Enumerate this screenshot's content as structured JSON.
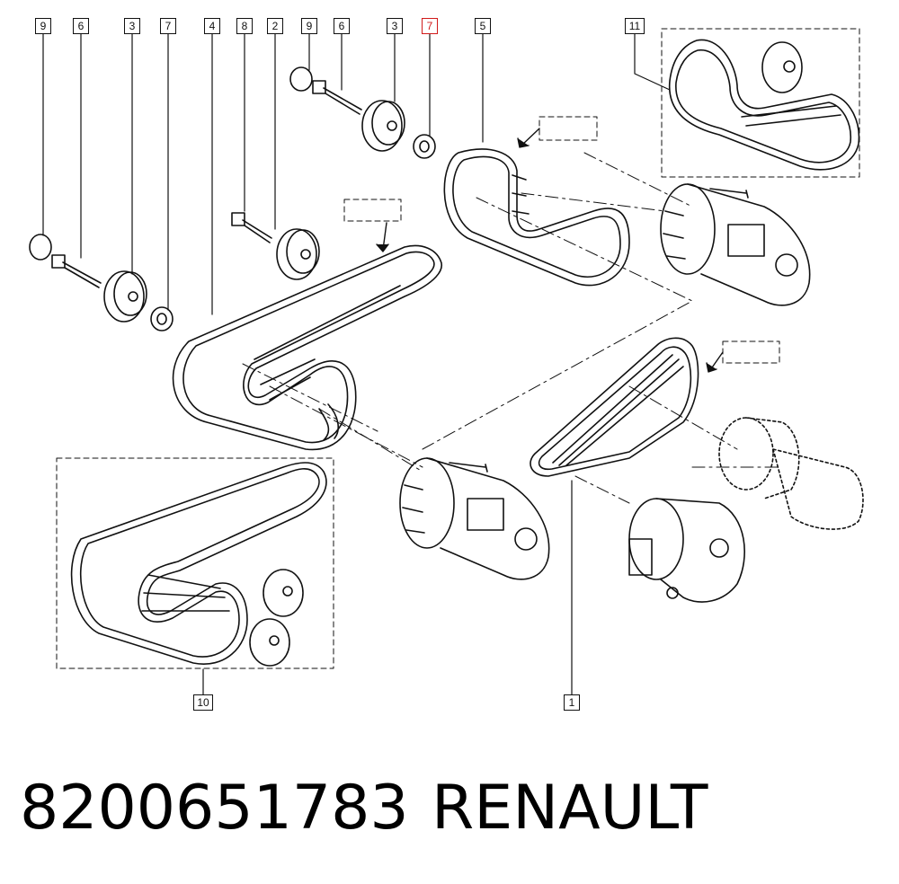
{
  "diagram": {
    "callouts": [
      {
        "id": "c9a",
        "label": "9"
      },
      {
        "id": "c6a",
        "label": "6"
      },
      {
        "id": "c3a",
        "label": "3"
      },
      {
        "id": "c7a",
        "label": "7"
      },
      {
        "id": "c4",
        "label": "4"
      },
      {
        "id": "c8",
        "label": "8"
      },
      {
        "id": "c2",
        "label": "2"
      },
      {
        "id": "c9b",
        "label": "9"
      },
      {
        "id": "c6b",
        "label": "6"
      },
      {
        "id": "c3b",
        "label": "3"
      },
      {
        "id": "c7b",
        "label": "7",
        "highlighted": true
      },
      {
        "id": "c5",
        "label": "5"
      },
      {
        "id": "c11",
        "label": "11"
      },
      {
        "id": "c10",
        "label": "10"
      },
      {
        "id": "c1",
        "label": "1"
      }
    ]
  },
  "footer": {
    "part_number": "8200651783",
    "brand": "RENAULT"
  },
  "colors": {
    "line": "#111111",
    "highlight": "#d11a1a",
    "background": "#ffffff"
  }
}
